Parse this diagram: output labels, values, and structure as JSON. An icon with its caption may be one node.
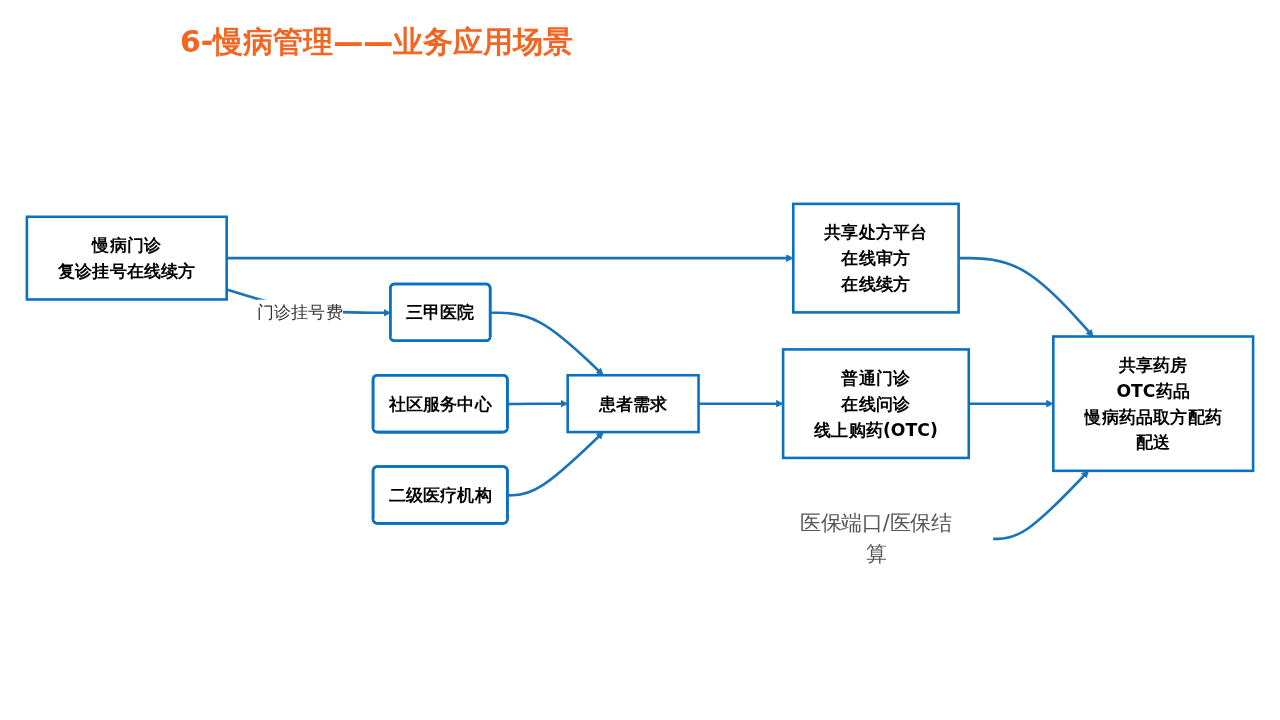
{
  "diagram": {
    "title": "6-慢病管理——业务应用场景",
    "nodes": [
      {
        "text": [
          "三甲医院"
        ]
      },
      {
        "text": [
          "社区服务中心"
        ]
      },
      {
        "text": [
          "二级医疗机构"
        ]
      },
      {
        "text": [
          "患者需求"
        ]
      },
      {
        "text": [
          "慢病门诊",
          "复诊挂号在线续方"
        ]
      },
      {
        "text": [
          "普通门诊",
          "在线问诊",
          "线上购药(OTC)"
        ]
      },
      {
        "text": [
          "共享处方平台",
          "在线审方",
          "在线续方"
        ]
      },
      {
        "text": [
          "共享药房",
          "OTC药品",
          "慢病药品取方配药",
          "配送"
        ]
      },
      {
        "text": [
          "医保端口/医保结算"
        ]
      }
    ],
    "edges": [
      {
        "from": 0,
        "to": 3,
        "arrow": "to"
      },
      {
        "from": 1,
        "to": 3,
        "arrow": "to"
      },
      {
        "from": 2,
        "to": 3,
        "arrow": "to"
      },
      {
        "from": 3,
        "to": 5,
        "arrow": "to"
      },
      {
        "from": 4,
        "to": 6,
        "arrow": "to"
      },
      {
        "from": 6,
        "to": 7,
        "arrow": "to"
      },
      {
        "from": 5,
        "to": 7,
        "arrow": "to"
      },
      {
        "from": 4,
        "to": 0,
        "label": "门诊挂号费",
        "arrow": "to"
      },
      {
        "from": 8,
        "to": 7,
        "arrow": "to"
      }
    ]
  }
}
